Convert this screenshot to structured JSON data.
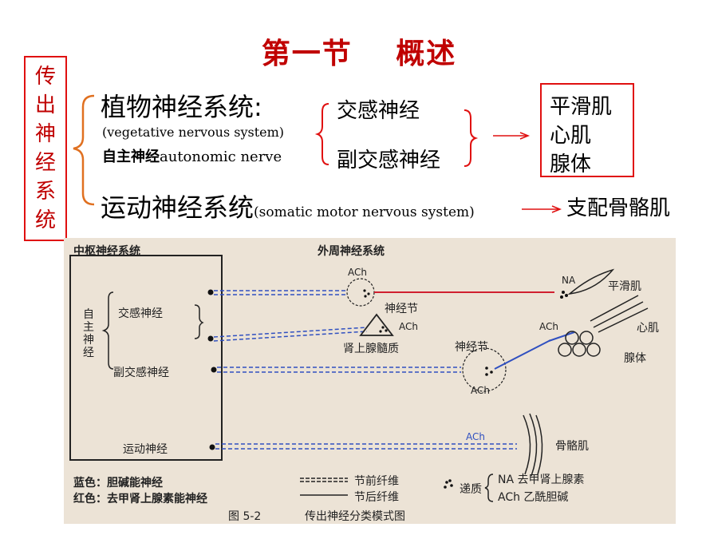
{
  "title": "第一节 概述",
  "side_label": [
    "传",
    "出",
    "神",
    "经",
    "系",
    "统"
  ],
  "autonomic": {
    "heading": "植物神经系统:",
    "english": "(vegetative nervous system)",
    "alt_name_cn": "自主神经",
    "alt_name_en": "autonomic nerve",
    "branch_1": "交感神经",
    "branch_2": "副交感神经",
    "targets": [
      "平滑肌",
      "心肌",
      "腺体"
    ]
  },
  "somatic": {
    "heading": "运动神经系统",
    "english": "(somatic motor nervous system)",
    "target": "支配骨骼肌"
  },
  "figure": {
    "cns_label": "中枢神经系统",
    "pns_label": "外周神经系统",
    "autonomic_label": [
      "自",
      "主",
      "神",
      "经"
    ],
    "sympathetic": "交感神经",
    "parasympathetic": "副交感神经",
    "motor": "运动神经",
    "ganglion_1": "神经节",
    "ganglion_2": "神经节",
    "adrenal": "肾上腺髓质",
    "ach": "ACh",
    "na": "NA",
    "smooth_muscle": "平滑肌",
    "cardiac_muscle": "心肌",
    "gland": "腺体",
    "skeletal_muscle": "骨骼肌",
    "legend_blue": "蓝色：胆碱能神经",
    "legend_red": "红色：去甲肾上腺素能神经",
    "legend_pre": "节前纤维",
    "legend_post": "节后纤维",
    "legend_transmitter": "递质",
    "legend_na": "NA 去甲肾上腺素",
    "legend_ach": "ACh 乙酰胆碱",
    "caption_num": "图 5-2",
    "caption_text": "传出神经分类模式图"
  },
  "colors": {
    "title": "#c00000",
    "box_border": "#e01010",
    "blue_fiber": "#3050c0",
    "red_fiber": "#d02030"
  }
}
